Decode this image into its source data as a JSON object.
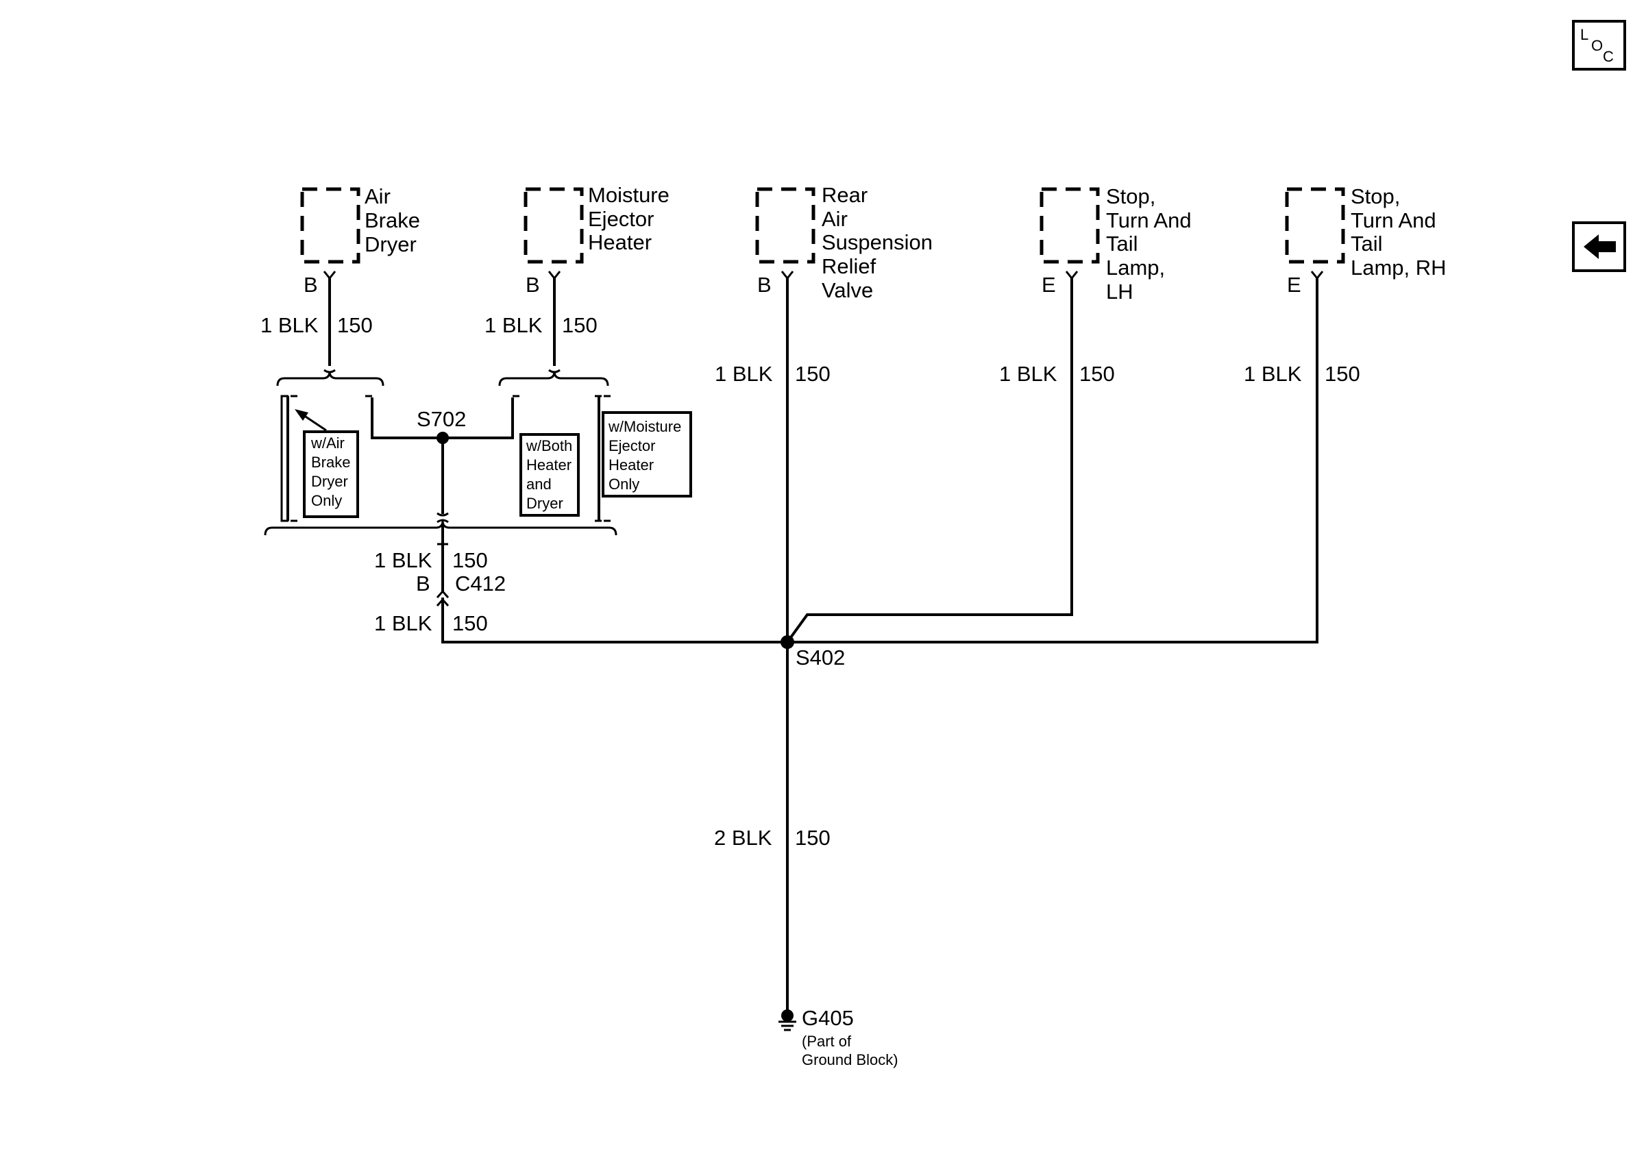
{
  "components": {
    "air_brake_dryer": {
      "name": [
        "Air",
        "Brake",
        "Dryer"
      ],
      "pin": "B"
    },
    "moisture_ejector": {
      "name": [
        "Moisture",
        "Ejector",
        "Heater"
      ],
      "pin": "B"
    },
    "rear_air_susp": {
      "name": [
        "Rear",
        "Air",
        "Suspension",
        "Relief",
        "Valve"
      ],
      "pin": "B"
    },
    "stop_lamp_lh": {
      "name": [
        "Stop,",
        "Turn And",
        "Tail",
        "Lamp,",
        "LH"
      ],
      "pin": "E"
    },
    "stop_lamp_rh": {
      "name": [
        "Stop,",
        "Turn And",
        "Tail",
        "Lamp, RH"
      ],
      "pin": "E"
    }
  },
  "wires": {
    "dryer": {
      "size_color": "1 BLK",
      "circuit": "150"
    },
    "heater": {
      "size_color": "1 BLK",
      "circuit": "150"
    },
    "valve": {
      "size_color": "1 BLK",
      "circuit": "150"
    },
    "lh": {
      "size_color": "1 BLK",
      "circuit": "150"
    },
    "rh": {
      "size_color": "1 BLK",
      "circuit": "150"
    },
    "c412_top": {
      "size_color": "1 BLK",
      "circuit": "150"
    },
    "c412_bottom": {
      "size_color": "1 BLK",
      "circuit": "150"
    },
    "ground": {
      "size_color": "2 BLK",
      "circuit": "150"
    }
  },
  "connector": {
    "pin": "B",
    "name": "C412"
  },
  "splices": {
    "s702": "S702",
    "s402": "S402"
  },
  "options": {
    "air_brake_only": [
      "w/Air",
      "Brake",
      "Dryer",
      "Only"
    ],
    "both": [
      "w/Both",
      "Heater",
      "and",
      "Dryer"
    ],
    "moisture_only": [
      "w/Moisture",
      "Ejector",
      "Heater",
      "Only"
    ]
  },
  "ground": {
    "name": "G405",
    "note": [
      "(Part of",
      "Ground Block)"
    ]
  },
  "nav": {
    "loc_icon": "loc-icon",
    "back_icon": "left-arrow-icon",
    "loc_letters": [
      "L",
      "O",
      "C"
    ]
  }
}
